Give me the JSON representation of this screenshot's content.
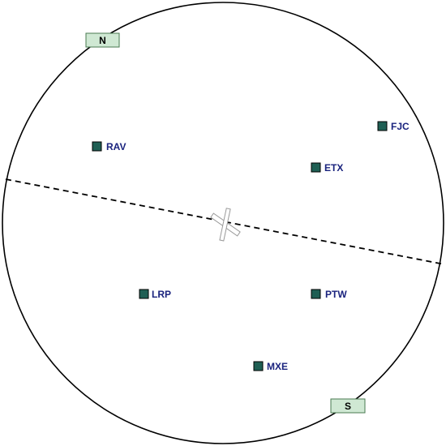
{
  "compass": {
    "north_label": "N",
    "south_label": "S"
  },
  "airports": [
    {
      "code": "FJC"
    },
    {
      "code": "RAV"
    },
    {
      "code": "ETX"
    },
    {
      "code": "LRP"
    },
    {
      "code": "PTW"
    },
    {
      "code": "MXE"
    }
  ],
  "colors": {
    "airport_marker": "#1f5f54",
    "airport_label": "#1a237e",
    "compass_tag_fill": "#cfe8d3",
    "compass_tag_stroke": "#4a7a52",
    "ring": "#000000",
    "runway": "#aaaaaa"
  }
}
